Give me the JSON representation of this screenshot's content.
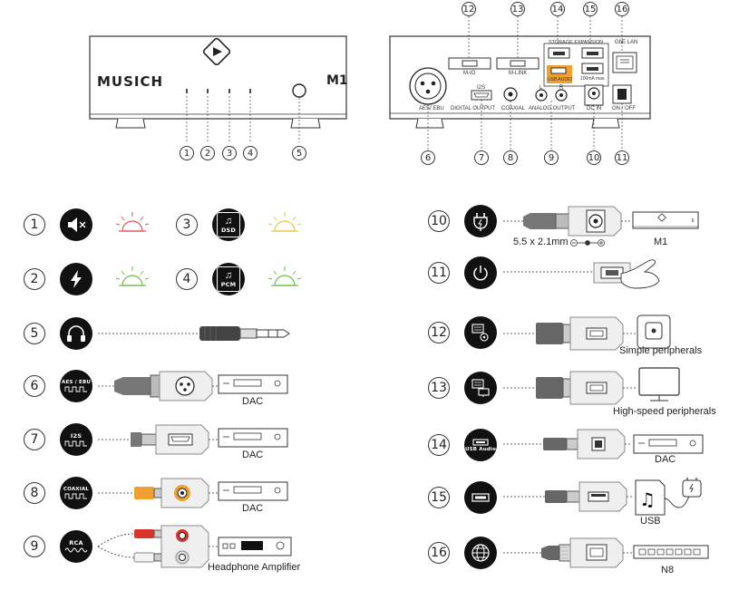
{
  "device": {
    "brand": "MUSICH",
    "model": "M1"
  },
  "rear_panel_labels": {
    "aes": "AES/ EBU",
    "i2s": "I2S",
    "digital_output": "DIGITAL OUTPUT",
    "coaxial": "COAXIAL",
    "analog_output": "ANALOG OUTPUT",
    "left": "L",
    "right": "R",
    "dc_in": "DC IN",
    "on_off": "ON / OFF",
    "m_io": "M-IO",
    "m_link": "M-LINK",
    "storage_expansion": "STORAGE EXPANSION",
    "usb_audio": "USB AUDIO",
    "usb_current": "100mA max.",
    "gbe_lan": "GbE LAN"
  },
  "front_callouts": [
    "1",
    "2",
    "3",
    "4",
    "5"
  ],
  "rear_callouts": [
    "12",
    "13",
    "14",
    "15",
    "16",
    "6",
    "7",
    "8",
    "9",
    "10",
    "11"
  ],
  "legend_left": {
    "led_items": [
      {
        "number": "1",
        "icon": "mute-icon",
        "led_color": "#e8505b"
      },
      {
        "number": "2",
        "icon": "bolt-icon",
        "led_color": "#6cbf4a"
      },
      {
        "number": "3",
        "icon": "dsd-icon",
        "icon_text": "DSD",
        "led_color": "#e6c84a"
      },
      {
        "number": "4",
        "icon": "pcm-icon",
        "icon_text": "PCM",
        "led_color": "#6cbf4a"
      }
    ],
    "rows": [
      {
        "number": "5",
        "badge": "",
        "icon": "headphones-icon",
        "target": ""
      },
      {
        "number": "6",
        "badge": "AES / EBU",
        "icon": "xlr-icon",
        "target": "DAC"
      },
      {
        "number": "7",
        "badge": "I2S",
        "icon": "hdmi-icon",
        "target": "DAC"
      },
      {
        "number": "8",
        "badge": "COAXIAL",
        "icon": "rca-icon",
        "target": "DAC"
      },
      {
        "number": "9",
        "badge": "RCA",
        "icon": "rca-pair-icon",
        "target": "Headphone Amplifier"
      }
    ]
  },
  "legend_right": {
    "rows": [
      {
        "number": "10",
        "icon": "power-plug-icon",
        "spec": "5.5 x 2.1mm",
        "target": "M1"
      },
      {
        "number": "11",
        "icon": "power-button-icon",
        "target": ""
      },
      {
        "number": "12",
        "icon": "peripheral-icon",
        "target": "Simple peripherals"
      },
      {
        "number": "13",
        "icon": "monitor-peripheral-icon",
        "target": "High-speed peripherals"
      },
      {
        "number": "14",
        "icon": "usb-icon",
        "badge": "USB Audio",
        "target": "DAC"
      },
      {
        "number": "15",
        "icon": "usb-icon",
        "badge": "",
        "target": "USB"
      },
      {
        "number": "16",
        "icon": "globe-icon",
        "target": "N8"
      }
    ]
  },
  "colors": {
    "orange": "#f0a030",
    "red": "#d9342b",
    "dark": "#111111",
    "panel": "#efefef"
  }
}
